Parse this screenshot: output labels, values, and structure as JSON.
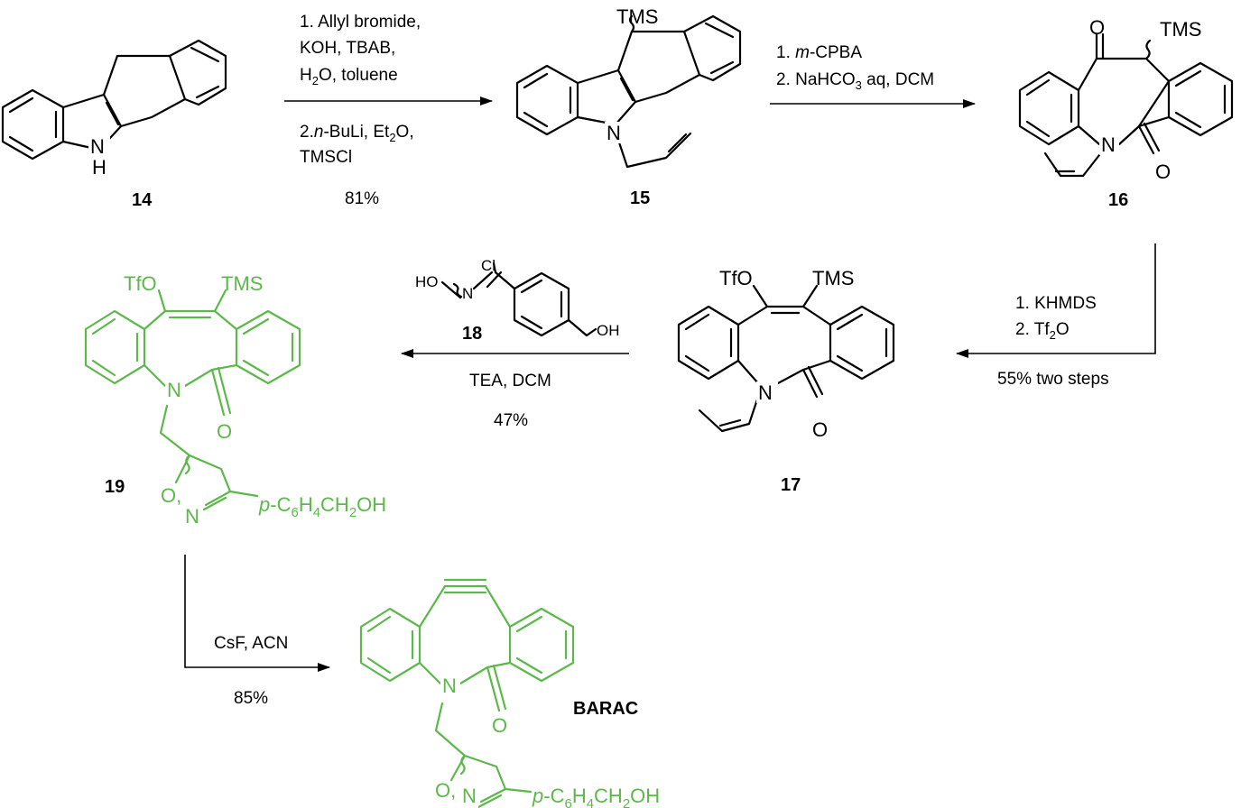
{
  "compounds": {
    "c14": "14",
    "c15": "15",
    "c16": "16",
    "c17": "17",
    "c18": "18",
    "c19": "19",
    "barac": "BARAC"
  },
  "atoms": {
    "tms": "TMS",
    "tfo": "TfO",
    "n": "N",
    "h": "H",
    "o": "O",
    "cl": "Cl",
    "ho": "HO",
    "oh": "OH",
    "aryl_p": "p",
    "aryl_formula_1": "-C",
    "aryl_sub_6": "6",
    "aryl_formula_2": "H",
    "aryl_sub_4": "4",
    "aryl_formula_3": "CH",
    "aryl_sub_2": "2",
    "aryl_formula_4": "OH"
  },
  "step1": {
    "line1": "1. Allyl bromide,",
    "line2": "KOH, TBAB,",
    "line3_a": "H",
    "line3_sub": "2",
    "line3_b": "O, toluene",
    "line4_a": "2.",
    "line4_italic": "n",
    "line4_b": "-BuLi, Et",
    "line4_sub": "2",
    "line4_c": "O,",
    "line5": "TMSCl",
    "yield": "81%"
  },
  "step2": {
    "line1_a": "1. ",
    "line1_italic": "m",
    "line1_b": "-CPBA",
    "line2_a": "2. NaHCO",
    "line2_sub": "3",
    "line2_b": " aq, DCM"
  },
  "step3": {
    "line1": "1. KHMDS",
    "line2_a": "2. Tf",
    "line2_sub": "2",
    "line2_b": "O",
    "yield": "55%  two steps"
  },
  "step4": {
    "conditions": "TEA, DCM",
    "yield": "47%"
  },
  "step5": {
    "conditions": "CsF, ACN",
    "yield": "85%"
  },
  "colors": {
    "product_green": "#5cb84a",
    "ink": "#000000"
  }
}
